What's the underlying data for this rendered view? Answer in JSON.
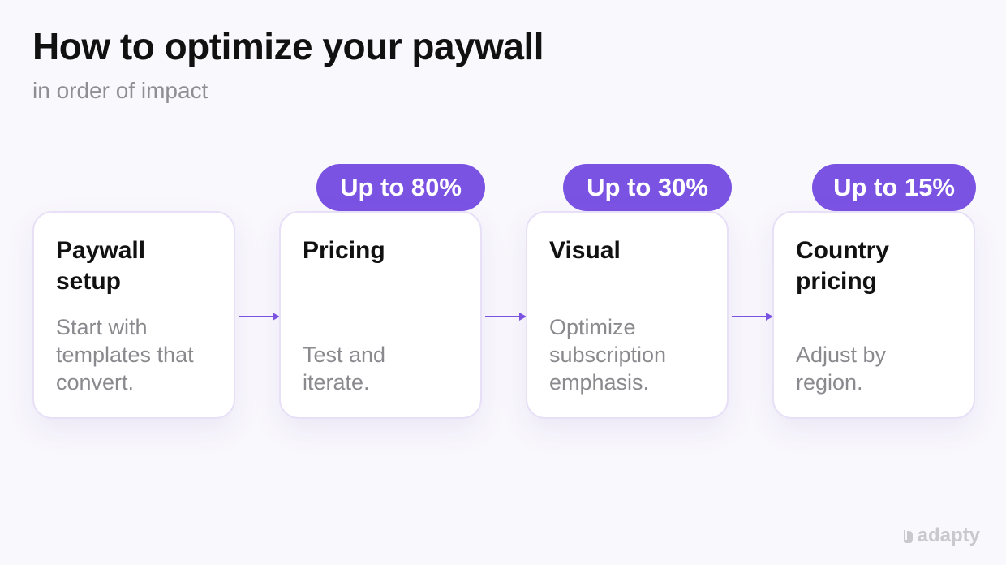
{
  "header": {
    "title": "How to optimize your paywall",
    "subtitle": "in order of impact"
  },
  "steps": [
    {
      "title": "Paywall\nsetup",
      "description": "Start with\ntemplates that\nconvert.",
      "badge": null
    },
    {
      "title": "Pricing",
      "description": "Test and\niterate.",
      "badge": "Up to 80%"
    },
    {
      "title": "Visual",
      "description": "Optimize\nsubscription\nemphasis.",
      "badge": "Up to 30%"
    },
    {
      "title": "Country\npricing",
      "description": "Adjust by\nregion.",
      "badge": "Up to 15%"
    }
  ],
  "brand": {
    "name": "adapty",
    "logo_icon": "adapty-logo-icon"
  },
  "colors": {
    "accent": "#7b53e3",
    "card_border": "#e7e0f7",
    "background": "#f9f8fc",
    "title_text": "#111111",
    "muted_text": "#8a8a8e",
    "logo": "#c9c9cd"
  }
}
